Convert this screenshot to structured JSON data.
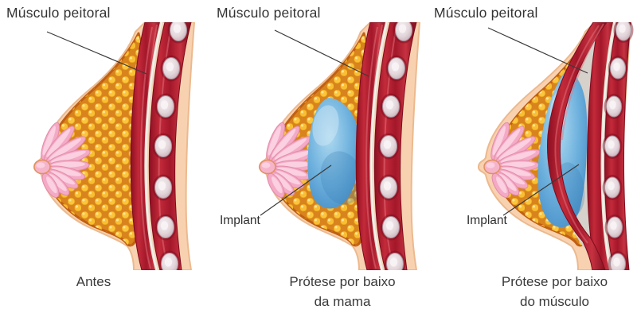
{
  "panels": [
    {
      "id": "before",
      "muscle_label": "Músculo peitoral",
      "caption_line1": "Antes",
      "caption_line2": ""
    },
    {
      "id": "subglandular",
      "muscle_label": "Músculo peitoral",
      "implant_label": "Implant",
      "caption_line1": "Prótese por baixo",
      "caption_line2": "da mama"
    },
    {
      "id": "submuscular",
      "muscle_label": "Músculo peitoral",
      "implant_label": "Implant",
      "caption_line1": "Prótese por baixo",
      "caption_line2": "do músculo"
    }
  ],
  "colors": {
    "skin": "#f8d2b0",
    "skin_edge": "#ecb98e",
    "breast_interior": "#d8831d",
    "interior_outline": "#c05f12",
    "fat_lobule": "#fbc53c",
    "gland_pink": "#f4a9c5",
    "muscle_red": "#a3172a",
    "rib_gray": "#e3d6da",
    "fascia_line": "#ece3d8",
    "implant_blue": "#6cb0dd",
    "submuscular_pocket": "#d6d1ca",
    "label_text": "#3a3a3a",
    "leader_line": "#3a3a3a"
  }
}
